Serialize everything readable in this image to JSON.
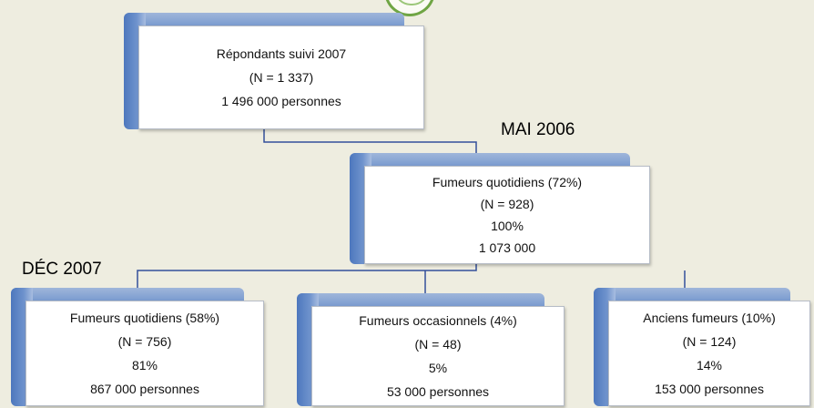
{
  "labels": {
    "mai": "MAI 2006",
    "dec": "DÉC 2007"
  },
  "top": {
    "line1": "Répondants suivi 2007",
    "line2": "(N = 1 337)",
    "line3": "1 496 000 personnes"
  },
  "middle": {
    "line1": "Fumeurs quotidiens (72%)",
    "line2": "(N = 928)",
    "line3": "100%",
    "line4": "1 073 000"
  },
  "children": [
    {
      "line1": "Fumeurs quotidiens (58%)",
      "line2": "(N = 756)",
      "line3": "81%",
      "line4": "867 000 personnes"
    },
    {
      "line1": "Fumeurs occasionnels (4%)",
      "line2": "(N = 48)",
      "line3": "5%",
      "line4": "53 000 personnes"
    },
    {
      "line1": "Anciens fumeurs (10%)",
      "line2": "(N = 124)",
      "line3": "14%",
      "line4": "153 000 personnes"
    }
  ],
  "colors": {
    "background": "#eeede0",
    "accent_blue": "#5a82c2",
    "connector": "#33509a",
    "logo_green": "#6fa544"
  }
}
